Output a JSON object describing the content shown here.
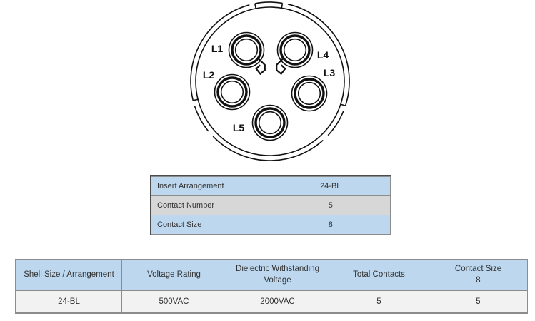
{
  "diagram": {
    "title": "insert-arrangement-face-view",
    "labels": [
      "L1",
      "L2",
      "L3",
      "L4",
      "L5"
    ],
    "contact_count": 5
  },
  "spec_table": {
    "rows": [
      {
        "label": "Insert Arrangement",
        "value": "24-BL"
      },
      {
        "label": "Contact Number",
        "value": "5"
      },
      {
        "label": "Contact Size",
        "value": "8"
      }
    ]
  },
  "ratings_table": {
    "headers": [
      "Shell Size / Arrangement",
      "Voltage Rating",
      "Dielectric Withstanding Voltage",
      "Total Contacts",
      "Contact Size"
    ],
    "contact_size_sub": "8",
    "values": [
      "24-BL",
      "500VAC",
      "2000VAC",
      "5",
      "5"
    ]
  },
  "colors": {
    "table_header_blue": "#bdd7ee",
    "spec_row_gray": "#d7d7d7",
    "ratings_row_gray": "#f2f2f2",
    "border_gray": "#8c8c8c",
    "line_black": "#111111"
  }
}
